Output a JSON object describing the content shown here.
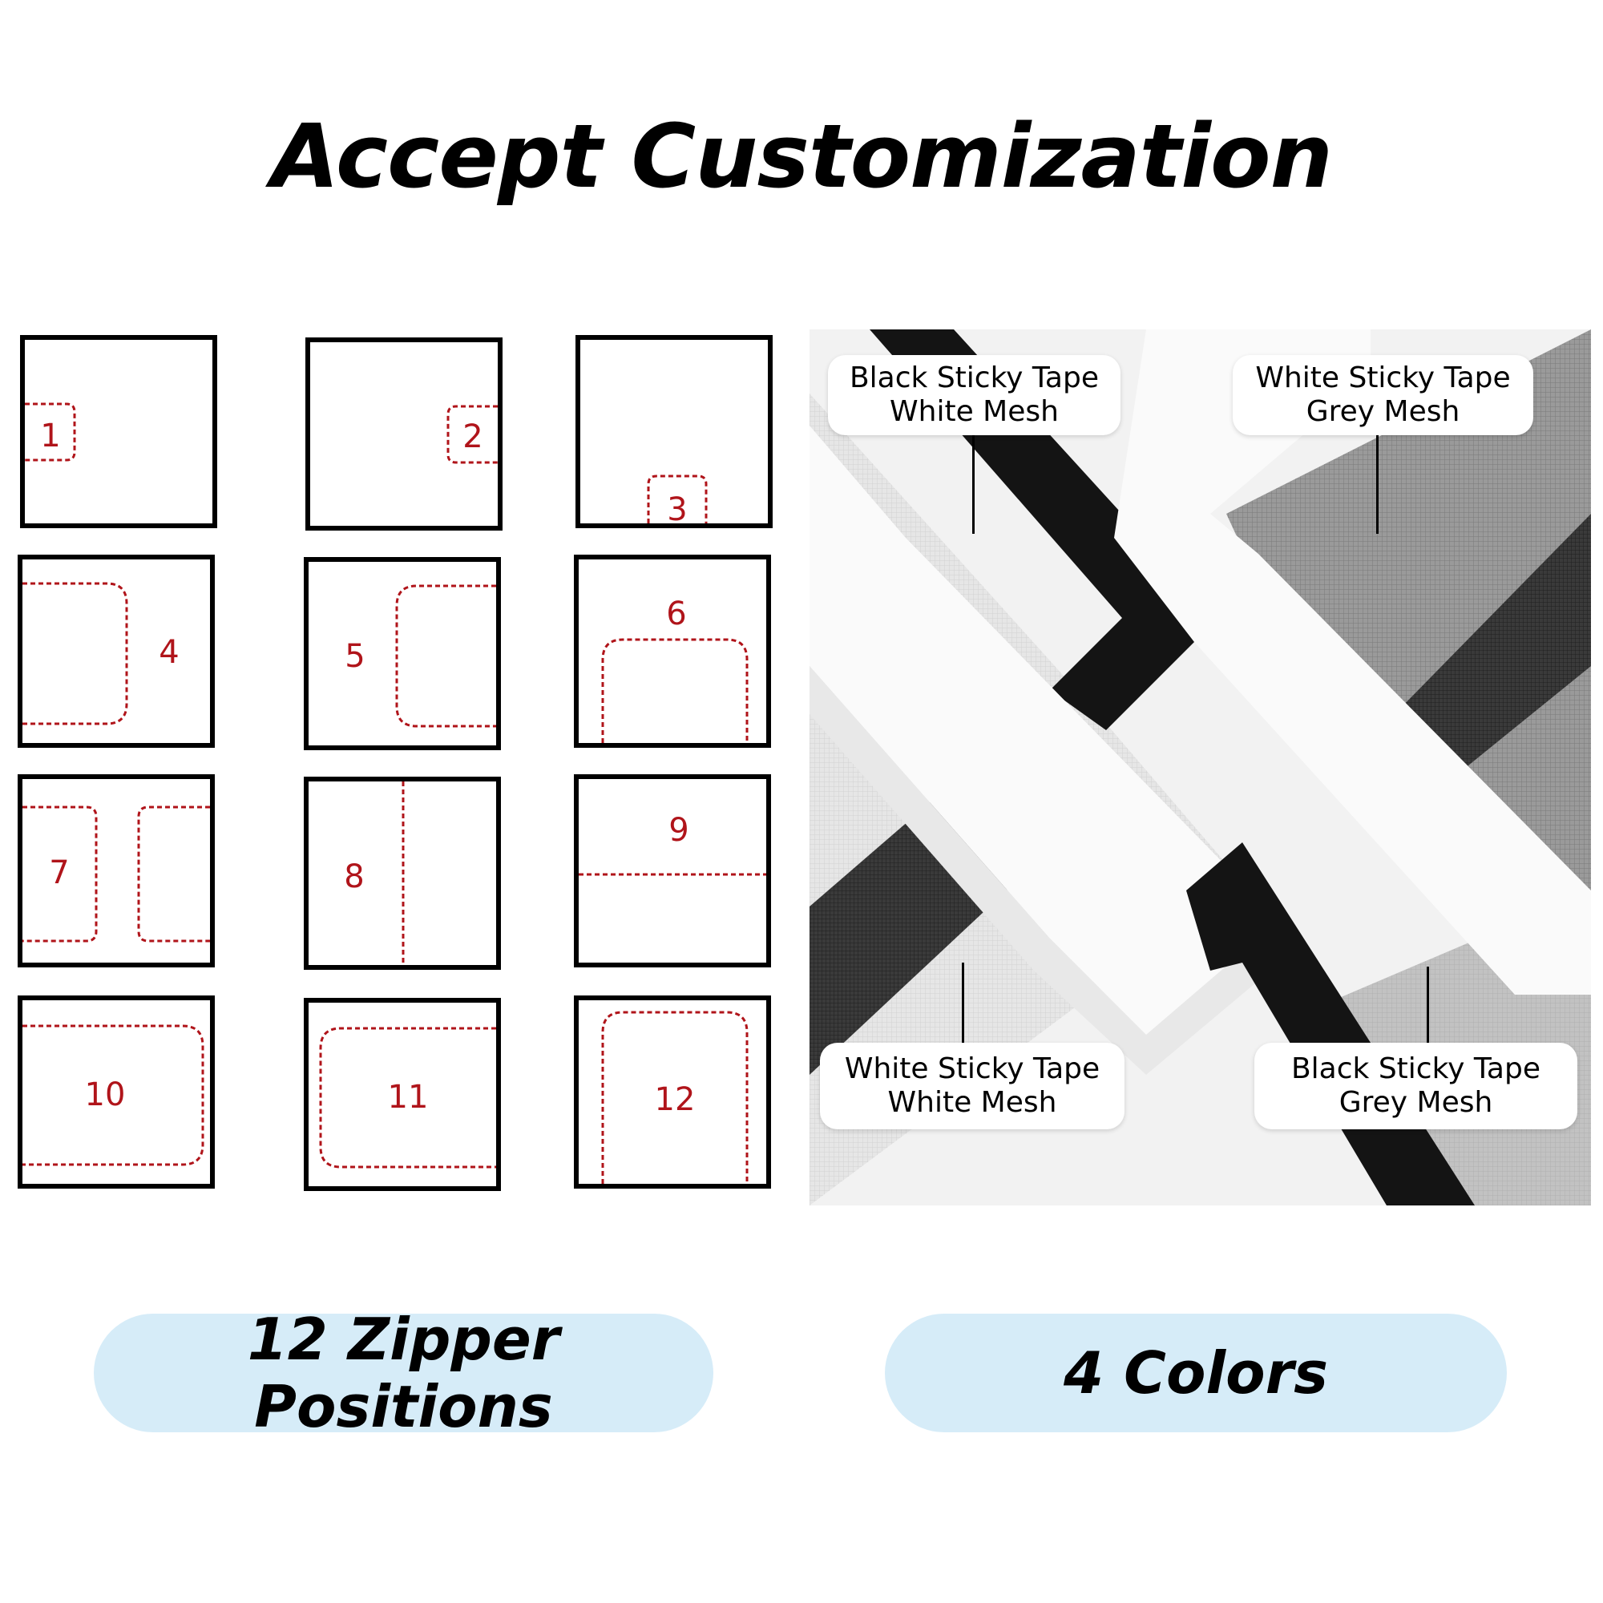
{
  "title": "Accept Customization",
  "zipper_cells": [
    {
      "number": "1"
    },
    {
      "number": "2"
    },
    {
      "number": "3"
    },
    {
      "number": "4"
    },
    {
      "number": "5"
    },
    {
      "number": "6"
    },
    {
      "number": "7"
    },
    {
      "number": "8"
    },
    {
      "number": "9"
    },
    {
      "number": "10"
    },
    {
      "number": "11"
    },
    {
      "number": "12"
    }
  ],
  "color_labels": [
    {
      "tape": "Black Sticky Tape",
      "mesh": "White Mesh"
    },
    {
      "tape": "White Sticky Tape",
      "mesh": "Grey Mesh"
    },
    {
      "tape": "White Sticky Tape",
      "mesh": "White Mesh"
    },
    {
      "tape": "Black Sticky Tape",
      "mesh": "Grey Mesh"
    }
  ],
  "footer": {
    "left": "12 Zipper Positions",
    "right": "4 Colors"
  },
  "colors": {
    "zipper_line": "#b0141a",
    "pill_bg": "#d6ecf8"
  }
}
